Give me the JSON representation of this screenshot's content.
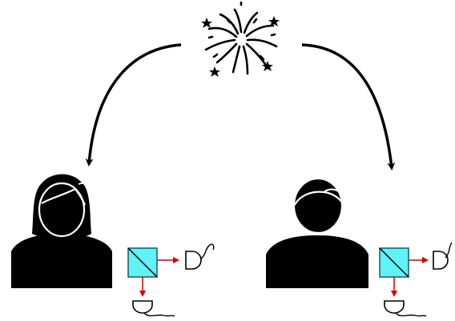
{
  "diagram": {
    "source": {
      "icon": "firework-icon",
      "color": "#000000"
    },
    "arrows": [
      {
        "from": "source",
        "to": "alice"
      },
      {
        "from": "source",
        "to": "bob"
      }
    ],
    "parties": [
      {
        "id": "alice",
        "icon": "woman-avatar-icon"
      },
      {
        "id": "bob",
        "icon": "man-avatar-icon"
      }
    ],
    "measurement_setup": {
      "beam_splitter_color": "#5ff2f6",
      "beam_color": "#d40000",
      "detectors_per_party": 2
    }
  }
}
